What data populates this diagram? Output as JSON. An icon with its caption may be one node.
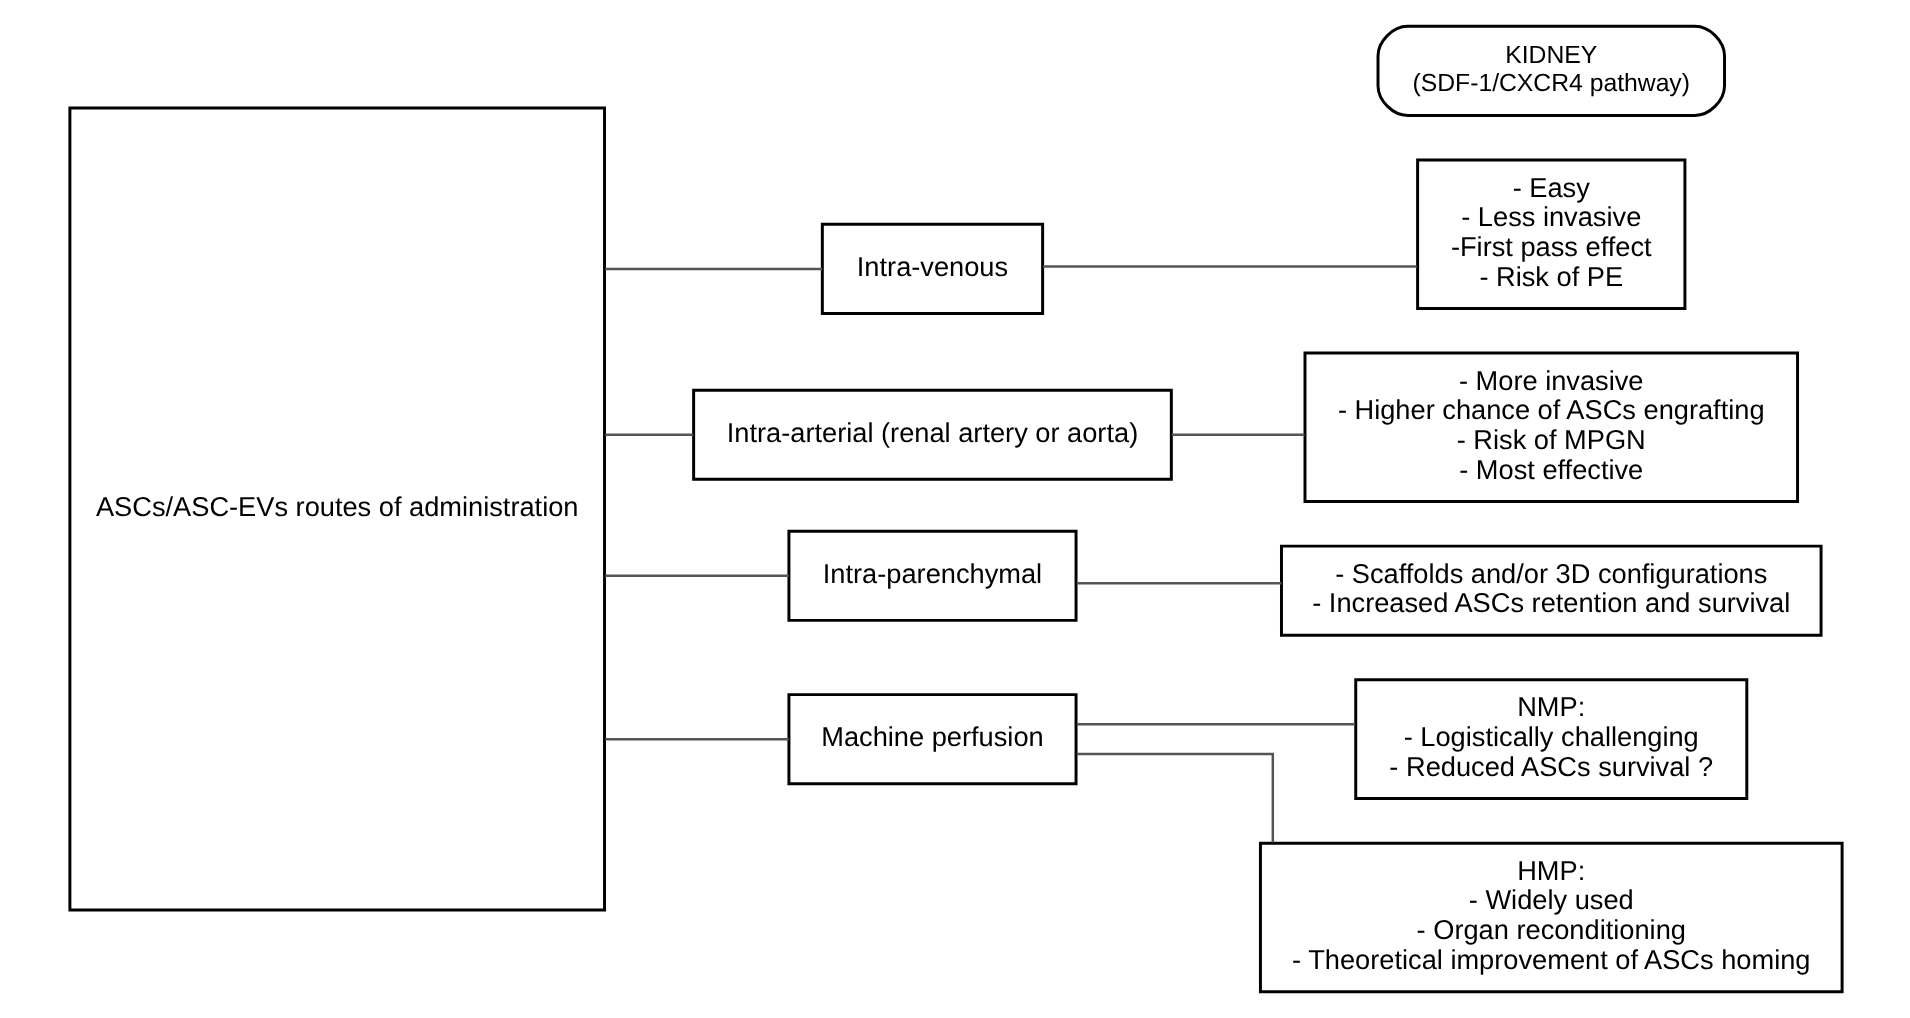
{
  "diagram": {
    "nodes": [
      {
        "text": [
          "ASCs/ASC-EVs routes of administration"
        ]
      },
      {
        "text": [
          "Intra-venous"
        ]
      },
      {
        "text": [
          "- Easy",
          "- Less invasive",
          "-First pass effect",
          "- Risk of PE"
        ]
      },
      {
        "text": [
          "Intra-arterial (renal artery or aorta)"
        ]
      },
      {
        "text": [
          "- More invasive",
          "- Higher chance of ASCs engrafting",
          "- Risk of MPGN",
          "- Most effective"
        ]
      },
      {
        "text": [
          "Intra-parenchymal"
        ]
      },
      {
        "text": [
          "- Scaffolds and/or 3D configurations",
          "- Increased ASCs retention and survival"
        ]
      },
      {
        "text": [
          "Machine perfusion"
        ]
      },
      {
        "text": [
          "NMP:",
          "- Logistically challenging",
          "- Reduced ASCs survival ?"
        ]
      },
      {
        "text": [
          "HMP:",
          "- Widely used",
          "- Organ reconditioning",
          "- Theoretical improvement of ASCs homing"
        ]
      },
      {
        "text": [
          "KIDNEY",
          "(SDF-1/CXCR4 pathway)"
        ]
      }
    ],
    "edges": [
      {
        "from": 0,
        "to": 1,
        "arrow": "none"
      },
      {
        "from": 0,
        "to": 3,
        "arrow": "none"
      },
      {
        "from": 0,
        "to": 5,
        "arrow": "none"
      },
      {
        "from": 0,
        "to": 7,
        "arrow": "none"
      },
      {
        "from": 1,
        "to": 2,
        "arrow": "none"
      },
      {
        "from": 3,
        "to": 4,
        "arrow": "none"
      },
      {
        "from": 5,
        "to": 6,
        "arrow": "none"
      },
      {
        "from": 7,
        "to": 8,
        "arrow": "none"
      },
      {
        "from": 7,
        "to": 9,
        "arrow": "none"
      }
    ]
  }
}
